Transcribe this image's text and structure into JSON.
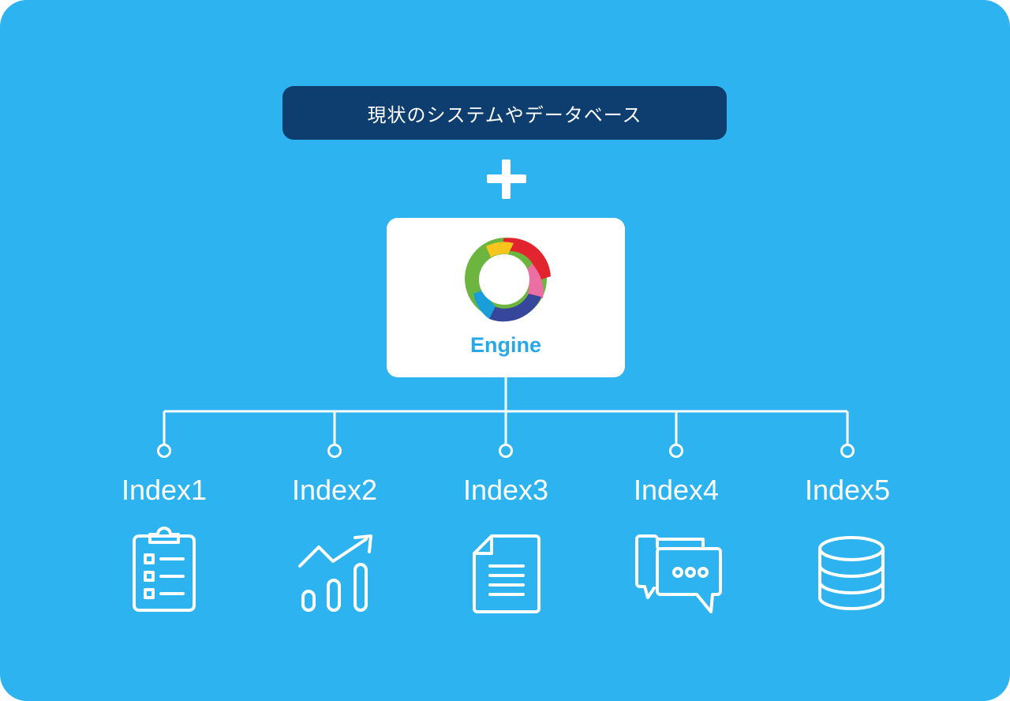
{
  "header": {
    "source_label": "現状のシステムやデータベース"
  },
  "engine": {
    "label": "Engine",
    "logo_colors": {
      "red": "#e2242f",
      "yellow": "#f8c51c",
      "green": "#6cb63f",
      "pink": "#ec6fa4",
      "blue": "#1a9ed9",
      "navy": "#36479b"
    }
  },
  "indexes": [
    {
      "label": "Index1",
      "icon": "clipboard-checklist-icon"
    },
    {
      "label": "Index2",
      "icon": "bar-chart-trend-icon"
    },
    {
      "label": "Index3",
      "icon": "document-icon"
    },
    {
      "label": "Index4",
      "icon": "chat-bubbles-icon"
    },
    {
      "label": "Index5",
      "icon": "database-icon"
    }
  ],
  "colors": {
    "background": "#2db4f0",
    "source_box": "#0d3e6f",
    "line": "#ffffff",
    "engine_text": "#29a8e6"
  }
}
